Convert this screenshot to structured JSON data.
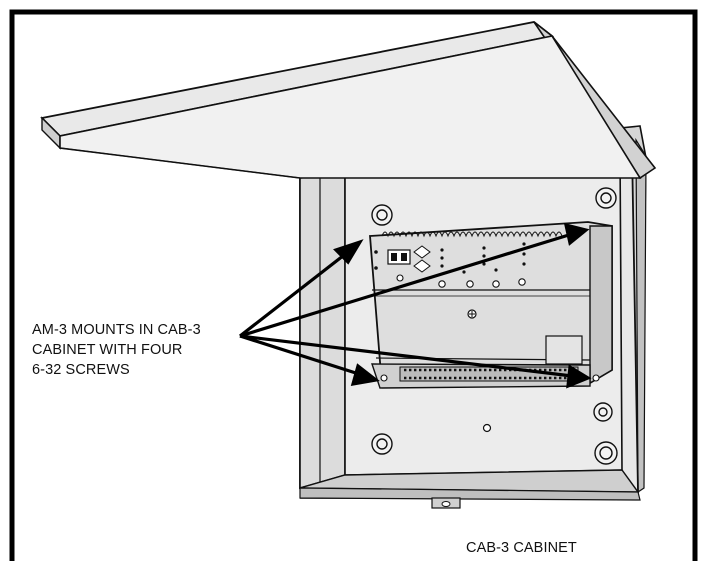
{
  "callout": {
    "lines": [
      "AM-3 MOUNTS IN CAB-3",
      "CABINET WITH FOUR",
      "6-32 SCREWS"
    ]
  },
  "caption": "CAB-3 CABINET",
  "colors": {
    "frame": "#000000",
    "panel_fill": "#e6e6e6",
    "panel_dark": "#c9c9c9",
    "interior": "#dadada",
    "module_fill": "#d4d4d4",
    "outline": "#111111"
  }
}
